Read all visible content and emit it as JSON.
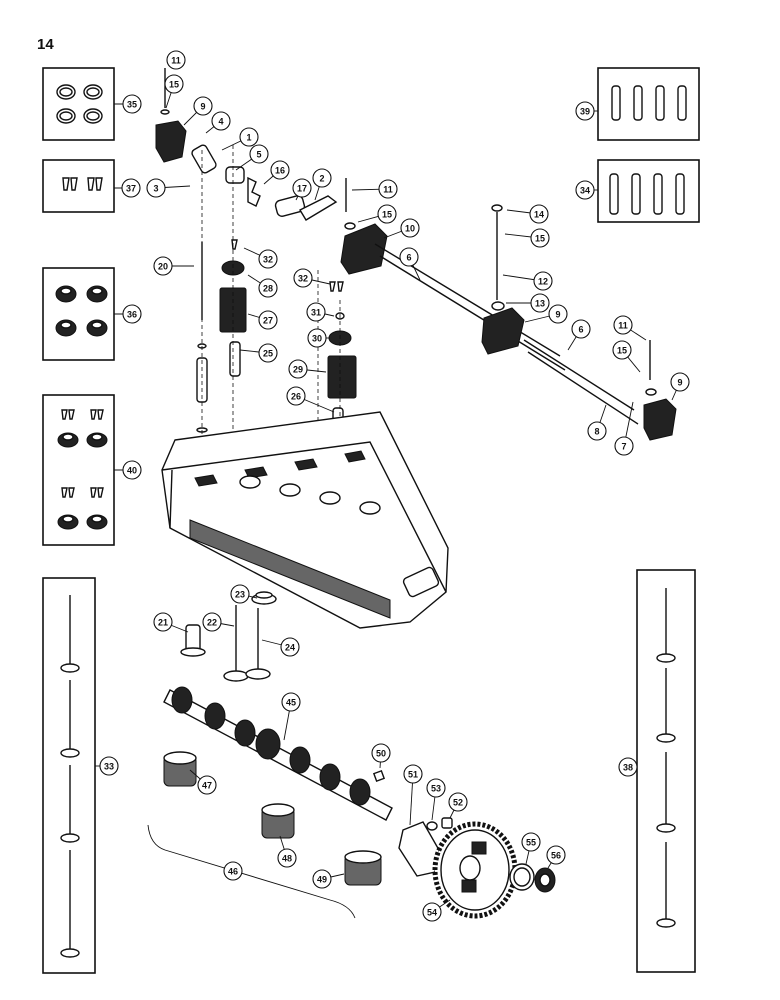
{
  "page_number": "14",
  "callouts": [
    {
      "id": "c1",
      "label": "1"
    },
    {
      "id": "c2",
      "label": "2"
    },
    {
      "id": "c3",
      "label": "3"
    },
    {
      "id": "c4",
      "label": "4"
    },
    {
      "id": "c5",
      "label": "5"
    },
    {
      "id": "c6a",
      "label": "6"
    },
    {
      "id": "c6b",
      "label": "6"
    },
    {
      "id": "c7",
      "label": "7"
    },
    {
      "id": "c8",
      "label": "8"
    },
    {
      "id": "c9a",
      "label": "9"
    },
    {
      "id": "c9b",
      "label": "9"
    },
    {
      "id": "c9c",
      "label": "9"
    },
    {
      "id": "c10",
      "label": "10"
    },
    {
      "id": "c11a",
      "label": "11"
    },
    {
      "id": "c11b",
      "label": "11"
    },
    {
      "id": "c11c",
      "label": "11"
    },
    {
      "id": "c12",
      "label": "12"
    },
    {
      "id": "c13",
      "label": "13"
    },
    {
      "id": "c14",
      "label": "14"
    },
    {
      "id": "c15a",
      "label": "15"
    },
    {
      "id": "c15b",
      "label": "15"
    },
    {
      "id": "c15c",
      "label": "15"
    },
    {
      "id": "c15d",
      "label": "15"
    },
    {
      "id": "c16",
      "label": "16"
    },
    {
      "id": "c17",
      "label": "17"
    },
    {
      "id": "c20",
      "label": "20"
    },
    {
      "id": "c21",
      "label": "21"
    },
    {
      "id": "c22",
      "label": "22"
    },
    {
      "id": "c23",
      "label": "23"
    },
    {
      "id": "c24",
      "label": "24"
    },
    {
      "id": "c25",
      "label": "25"
    },
    {
      "id": "c26",
      "label": "26"
    },
    {
      "id": "c27",
      "label": "27"
    },
    {
      "id": "c28",
      "label": "28"
    },
    {
      "id": "c29",
      "label": "29"
    },
    {
      "id": "c30",
      "label": "30"
    },
    {
      "id": "c31",
      "label": "31"
    },
    {
      "id": "c32a",
      "label": "32"
    },
    {
      "id": "c32b",
      "label": "32"
    },
    {
      "id": "c33",
      "label": "33"
    },
    {
      "id": "c34",
      "label": "34"
    },
    {
      "id": "c35",
      "label": "35"
    },
    {
      "id": "c36",
      "label": "36"
    },
    {
      "id": "c37",
      "label": "37"
    },
    {
      "id": "c38",
      "label": "38"
    },
    {
      "id": "c39",
      "label": "39"
    },
    {
      "id": "c40",
      "label": "40"
    },
    {
      "id": "c45",
      "label": "45"
    },
    {
      "id": "c46",
      "label": "46"
    },
    {
      "id": "c47",
      "label": "47"
    },
    {
      "id": "c48",
      "label": "48"
    },
    {
      "id": "c49",
      "label": "49"
    },
    {
      "id": "c50",
      "label": "50"
    },
    {
      "id": "c51",
      "label": "51"
    },
    {
      "id": "c52",
      "label": "52"
    },
    {
      "id": "c53",
      "label": "53"
    },
    {
      "id": "c54",
      "label": "54"
    },
    {
      "id": "c55",
      "label": "55"
    },
    {
      "id": "c56",
      "label": "56"
    }
  ]
}
